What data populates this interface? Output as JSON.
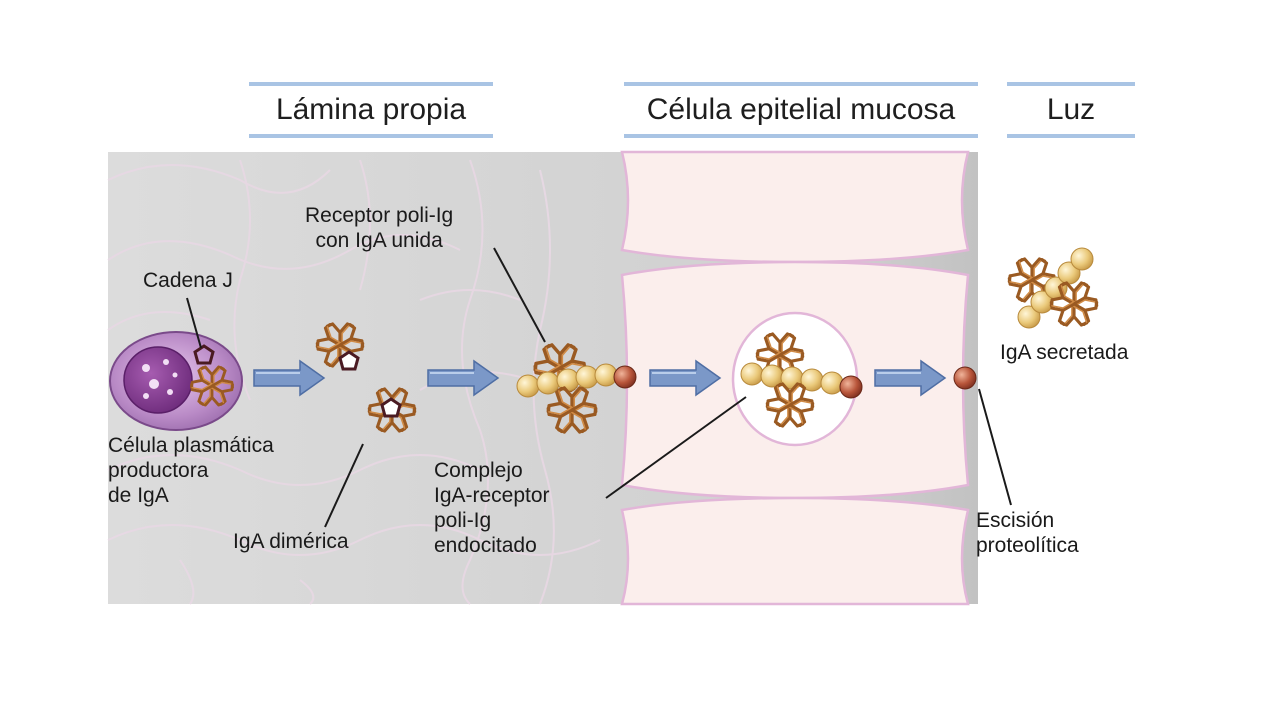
{
  "headers": {
    "lamina": "Lámina propia",
    "epitelial": "Célula epitelial mucosa",
    "luz": "Luz"
  },
  "labels": {
    "cadena_j": "Cadena J",
    "receptor_1": "Receptor poli-Ig",
    "receptor_2": "con IgA unida",
    "plasmatica_1": "Célula plasmática",
    "plasmatica_2": "productora",
    "plasmatica_3": "de IgA",
    "dimerica": "IgA dimérica",
    "complejo_1": "Complejo",
    "complejo_2": "IgA-receptor",
    "complejo_3": "poli-Ig",
    "complejo_4": "endocitado",
    "secretada": "IgA secretada",
    "escision_1": "Escisión",
    "escision_2": "proteolítica"
  },
  "colors": {
    "header_border": "#a9c4e4",
    "arrow": "#7b98c8",
    "antibody": "#b5702e",
    "bead": "#e8c878",
    "cleaved_bead": "#b8553a",
    "plasma_cell": "#8a3f96"
  }
}
